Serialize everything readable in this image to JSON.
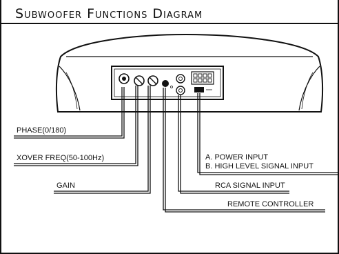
{
  "title": "Subwoofer Functions Diagram",
  "labels": {
    "phase": "PHASE(0/180)",
    "xover": "XOVER FREQ(50-100Hz)",
    "gain": "GAIN",
    "power_a": "A. POWER INPUT",
    "power_b": "B. HIGH LEVEL SIGNAL INPUT",
    "rca": "RCA SIGNAL INPUT",
    "remote": "REMOTE CONTROLLER"
  }
}
